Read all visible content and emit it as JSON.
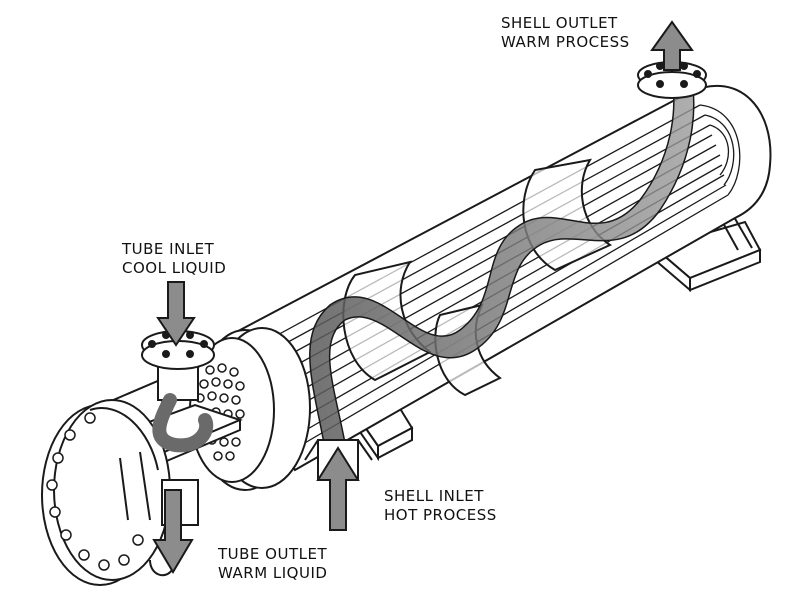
{
  "title": "",
  "labels": {
    "shell_outlet": {
      "line1": "SHELL OUTLET",
      "line2": "WARM PROCESS"
    },
    "tube_inlet": {
      "line1": "TUBE INLET",
      "line2": "COOL LIQUID"
    },
    "shell_inlet": {
      "line1": "SHELL INLET",
      "line2": "HOT PROCESS"
    },
    "tube_outlet": {
      "line1": "TUBE OUTLET",
      "line2": "WARM LIQUID"
    }
  },
  "colors": {
    "line": "#1a1a1a",
    "flow_fill": "#7a7a7a",
    "arrow_fill": "#8c8c8c",
    "metal_fill": "#ffffff"
  },
  "components": [
    "shell",
    "tube-bundle",
    "baffles",
    "tube-sheet",
    "channel-head",
    "end-flange",
    "nozzles",
    "saddle-supports",
    "flow-arrows"
  ]
}
